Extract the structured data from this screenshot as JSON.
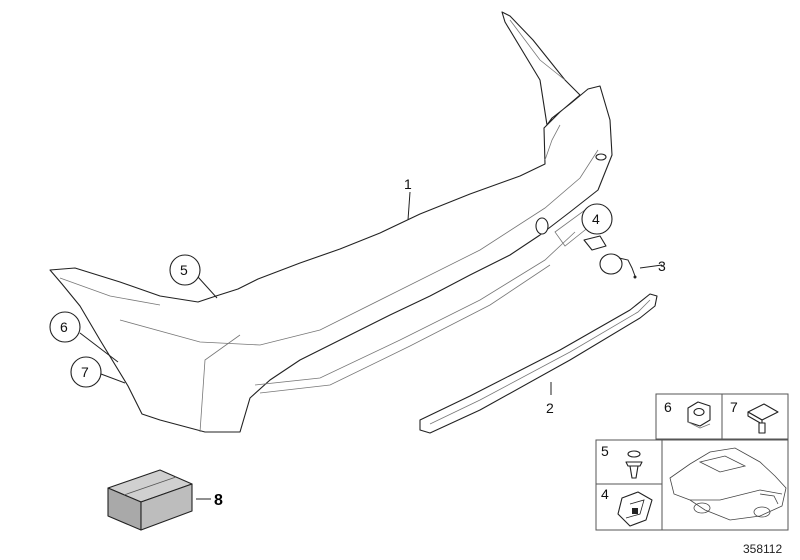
{
  "diagram": {
    "callouts": [
      {
        "id": "1",
        "label": "1"
      },
      {
        "id": "2",
        "label": "2"
      },
      {
        "id": "3",
        "label": "3"
      },
      {
        "id": "4",
        "label": "4"
      },
      {
        "id": "5",
        "label": "5"
      },
      {
        "id": "6",
        "label": "6"
      },
      {
        "id": "7",
        "label": "7"
      },
      {
        "id": "8",
        "label": "8"
      }
    ],
    "kit": {
      "nut": "6",
      "clip_square": "7",
      "rivet": "5",
      "bracket": "4"
    },
    "doc_number": "358112"
  }
}
